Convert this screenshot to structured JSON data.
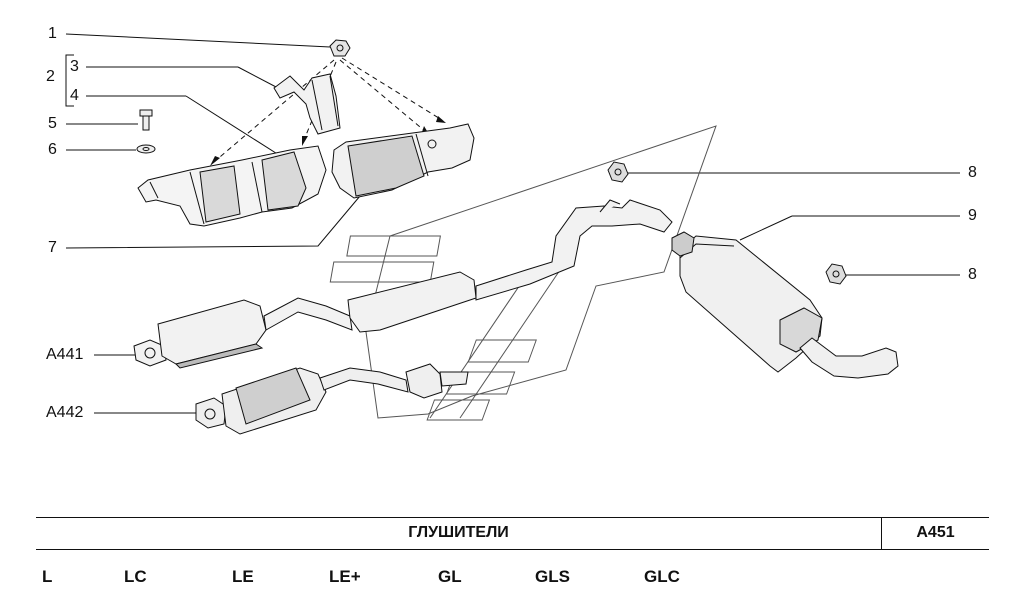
{
  "callouts": {
    "c1": "1",
    "c2": "2",
    "c3": "3",
    "c4": "4",
    "c5": "5",
    "c6": "6",
    "c7": "7",
    "c8a": "8",
    "c8b": "8",
    "c9": "9",
    "a441": "A441",
    "a442": "A442"
  },
  "footer": {
    "title": "ГЛУШИТЕЛИ",
    "code": "A451",
    "variants": [
      "L",
      "LC",
      "LE",
      "LE+",
      "GL",
      "GLS",
      "GLC"
    ]
  },
  "colors": {
    "line": "#111111",
    "shade": "#cfcfcf",
    "shade_dark": "#9a9a9a"
  }
}
